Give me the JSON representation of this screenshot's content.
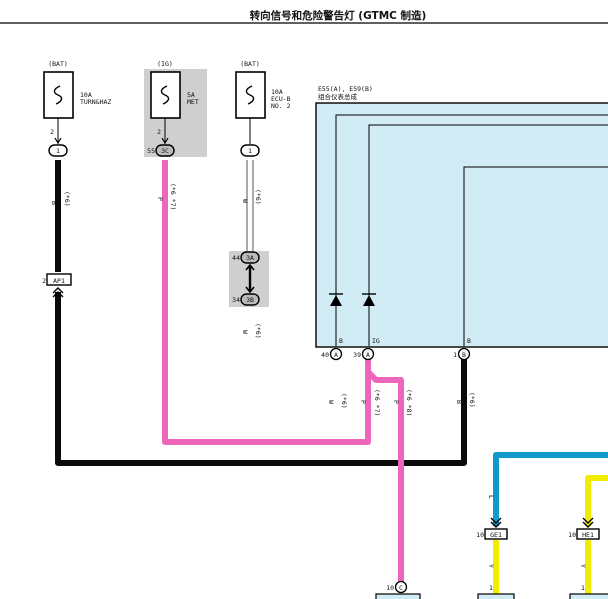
{
  "title": "转向信号和危险警告灯 (GTMC 制造)",
  "fuses": {
    "turn_haz": {
      "supply": "(BAT)",
      "rating": "10A",
      "name": "TURN&HAZ",
      "pin": "2",
      "conn": "1"
    },
    "met": {
      "supply": "(IG)",
      "rating": "5A",
      "name": "MET",
      "pin": "2",
      "conn_pin": "55",
      "conn": "3C"
    },
    "ecu_b": {
      "supply": "(BAT)",
      "rating": "10A",
      "name_line1": "ECU-B",
      "name_line2": "NO. 2",
      "conn": "1"
    }
  },
  "cluster": {
    "codes": "E55(A), E59(B)",
    "name": "组合仪表总成",
    "pins": [
      {
        "num": "40",
        "conn": "A",
        "label": "B"
      },
      {
        "num": "39",
        "conn": "A",
        "label": "IG"
      },
      {
        "num": "1",
        "conn": "B",
        "label": "B"
      }
    ]
  },
  "connectors": {
    "ap1": {
      "pin": "2",
      "code": "AP1"
    },
    "3a": {
      "pin": "44",
      "code": "3A"
    },
    "3b": {
      "pin": "34",
      "code": "3B"
    },
    "ge1": {
      "pin": "10",
      "code": "GE1"
    },
    "he1": {
      "pin": "10",
      "code": "HE1"
    },
    "bottom": {
      "pin": "10",
      "code": "C"
    }
  },
  "wire_labels": {
    "turn_black": {
      "color": "B",
      "note": "(*6)"
    },
    "met_pink": {
      "color": "P",
      "note": "(*6 *7)"
    },
    "ecu_white_upper": {
      "color": "W",
      "note": "(*6)"
    },
    "ecu_white_lower": {
      "color": "W",
      "note": "(*6)"
    },
    "ecu_white_return": {
      "color": "W",
      "note": "(*6)"
    },
    "ig_pink_a": {
      "color": "P",
      "note": "(*6 *7)"
    },
    "ig_pink_b": {
      "color": "P",
      "note": "(*6 *8)"
    },
    "b_black": {
      "color": "B",
      "note": "(*6)"
    },
    "blue_label": "L",
    "yellow_ge1": "Y",
    "yellow_he1": "Y",
    "bottom_pin_ge1": "1",
    "bottom_pin_he1": "1"
  },
  "colors": {
    "black": "#0b0b0b",
    "pink": "#ee66bb",
    "white_wire": "#ffffff",
    "blue": "#1199cc",
    "yellow": "#f2ec00",
    "cluster_fill": "#d1ecf5",
    "fuse_shade": "#cfcfcf"
  }
}
